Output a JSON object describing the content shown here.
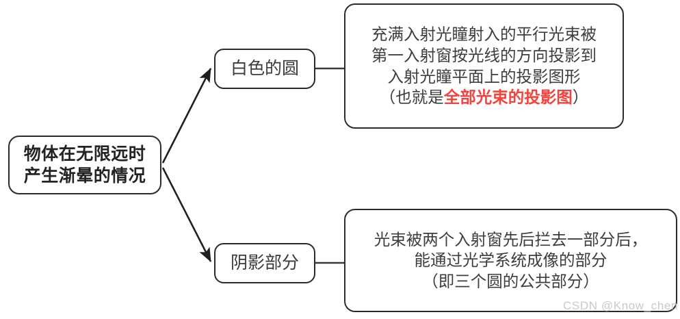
{
  "diagram": {
    "type": "flowchart",
    "orientation": "left-to-right",
    "nodes": {
      "root": {
        "id": "root",
        "lines": [
          "物体在无限远时",
          "产生渐晕的情况"
        ]
      },
      "white_circle": {
        "id": "white-circle",
        "lines": [
          "白色的圆"
        ]
      },
      "white_circle_detail": {
        "id": "white-circle-detail",
        "lines": [
          "充满入射光瞳射入的平行光束被",
          "第一入射窗按光线的方向投影到",
          "入射光瞳平面上的投影图形"
        ],
        "last_line_prefix": "（也就是",
        "last_line_highlight": "全部光束的投影图",
        "last_line_suffix": "）"
      },
      "shadow_part": {
        "id": "shadow-part",
        "lines": [
          "阴影部分"
        ]
      },
      "shadow_part_detail": {
        "id": "shadow-part-detail",
        "lines": [
          "光束被两个入射窗先后拦去一部分后，",
          "能通过光学系统成像的部分",
          "（即三个圆的公共部分）"
        ]
      }
    },
    "edges": [
      {
        "from": "root",
        "to": "white-circle",
        "style": "arrow"
      },
      {
        "from": "root",
        "to": "shadow-part",
        "style": "arrow"
      },
      {
        "from": "white-circle",
        "to": "white-circle-detail",
        "style": "line"
      },
      {
        "from": "shadow-part",
        "to": "shadow-part-detail",
        "style": "line"
      }
    ],
    "colors": {
      "stroke": "#2b2b2b",
      "text": "#3d3d3d",
      "highlight": "#f4433c",
      "background": "#ffffff",
      "watermark": "#c9c9c9"
    }
  },
  "watermark": {
    "text": "CSDN @Know_chen"
  }
}
